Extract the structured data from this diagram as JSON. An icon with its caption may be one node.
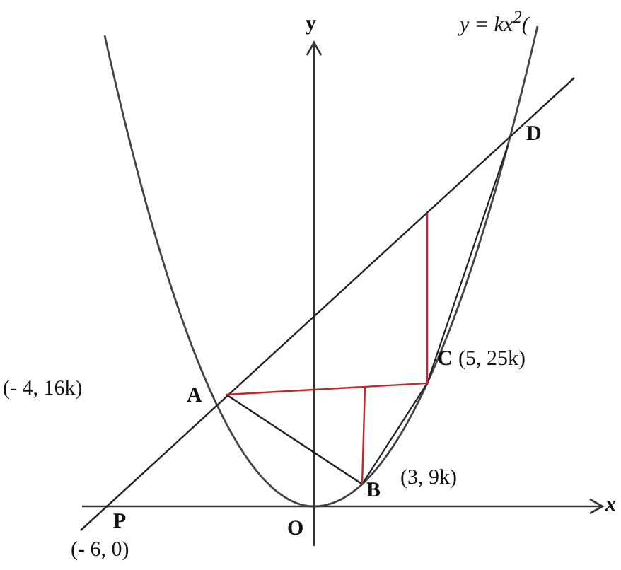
{
  "diagram": {
    "labels": [
      "y = kx$^{2}$(",
      "y",
      "D",
      "C",
      "(5, 25k)",
      "(- 4, 16k)",
      "A",
      "B",
      "(3, 9k)",
      "x",
      "P",
      "O",
      "(- 6, 0)"
    ]
  }
}
